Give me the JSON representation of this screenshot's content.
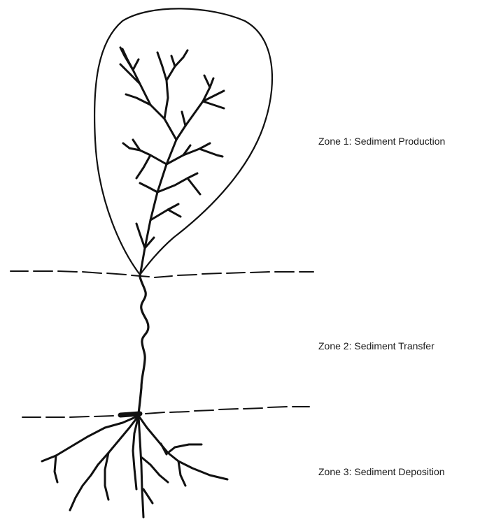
{
  "zones": [
    {
      "label": "Zone 1: Sediment Production"
    },
    {
      "label": "Zone 2: Sediment Transfer"
    },
    {
      "label": "Zone 3: Sediment Deposition"
    }
  ],
  "colors": {
    "ink": "#111111",
    "background": "#ffffff"
  }
}
